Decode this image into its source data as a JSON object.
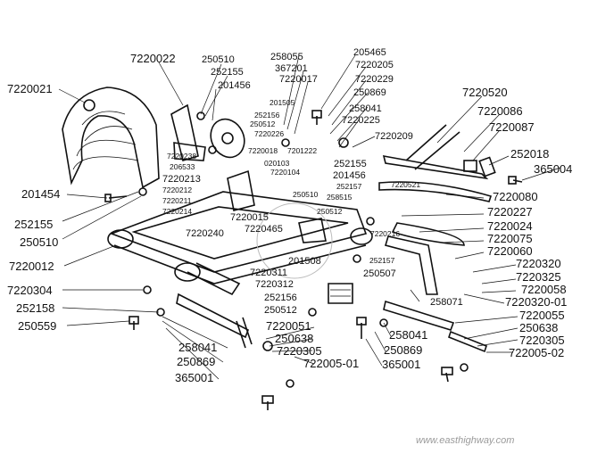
{
  "part_labels": [
    "7220022",
    "250510",
    "252155",
    "201456",
    "258055",
    "367201",
    "7220017",
    "205465",
    "7220205",
    "7220229",
    "250869",
    "201505",
    "252156",
    "250512",
    "258041",
    "7220225",
    "7220226",
    "7220209",
    "7220021",
    "7220238",
    "206533",
    "7220213",
    "7220212",
    "7220211",
    "7220214",
    "7220018",
    "7201222",
    "020103",
    "7220104",
    "252155",
    "201456",
    "250510",
    "7220015",
    "7220465",
    "7220240",
    "250512",
    "258515",
    "252157",
    "201454",
    "252155",
    "250510",
    "7220012",
    "7220304",
    "252158",
    "250559",
    "201508",
    "7220311",
    "7220312",
    "252156",
    "250512",
    "252157",
    "250507",
    "7220216",
    "7220520",
    "7220086",
    "7220087",
    "252018",
    "365004",
    "7220521",
    "7220080",
    "7220227",
    "7220024",
    "7220075",
    "7220060",
    "7220320",
    "7220325",
    "7220058",
    "7220320-01",
    "258071",
    "7220055",
    "250638",
    "7220305",
    "722005-02",
    "7220051",
    "250638",
    "7220305",
    "722005-01",
    "258041",
    "250869",
    "365001",
    "258041",
    "250869",
    "365001"
  ],
  "watermark": "www.easthighway.com"
}
